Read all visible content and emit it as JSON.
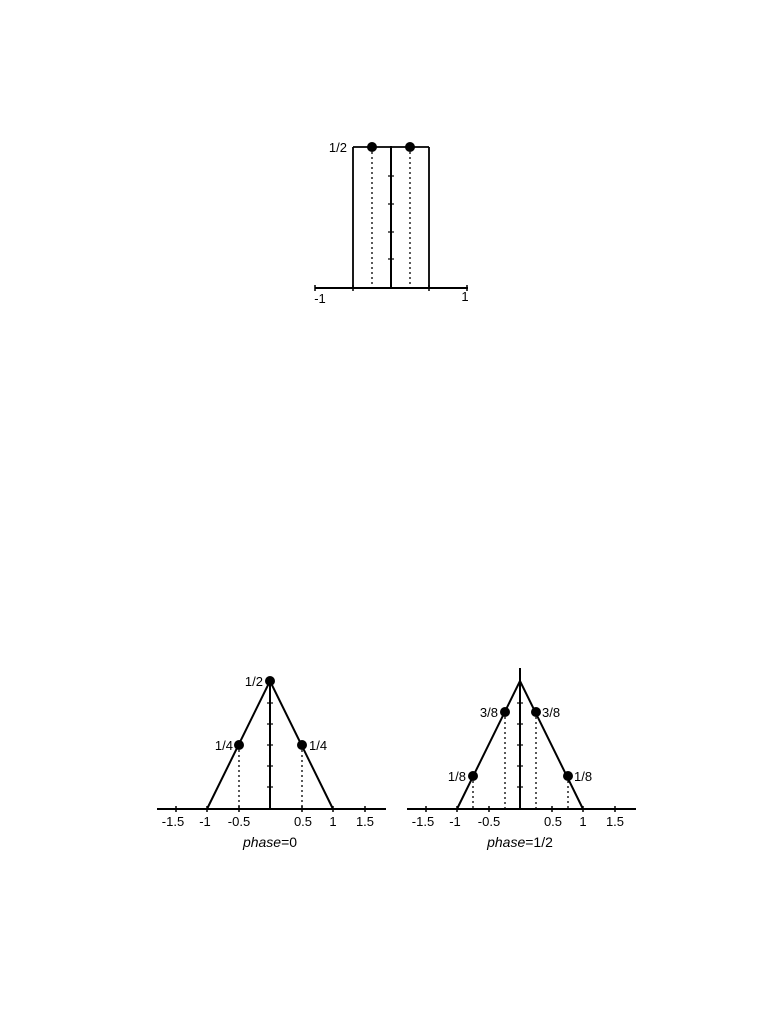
{
  "chart_data": [
    {
      "type": "line",
      "x": [
        -0.5,
        -0.5,
        0.5,
        0.5
      ],
      "y": [
        0,
        0.5,
        0.5,
        0
      ],
      "points": [
        {
          "x": -0.25,
          "y": 0.5,
          "label": "1/2"
        },
        {
          "x": 0.25,
          "y": 0.5,
          "label": ""
        }
      ],
      "tick_labels": [
        "-1",
        "1"
      ],
      "point_label": "1/2",
      "caption_italic": "",
      "caption_rest": ""
    },
    {
      "type": "line",
      "x": [
        -1,
        0,
        1
      ],
      "y": [
        0,
        0.5,
        0
      ],
      "points": [
        {
          "x": -0.5,
          "y": 0.25,
          "label": "1/4"
        },
        {
          "x": 0,
          "y": 0.5,
          "label": "1/2"
        },
        {
          "x": 0.5,
          "y": 0.25,
          "label": "1/4"
        }
      ],
      "tick_labels": [
        "-1.5",
        "-1",
        "-0.5",
        "0.5",
        "1",
        "1.5"
      ],
      "caption_italic": "phase",
      "caption_rest": "=0"
    },
    {
      "type": "line",
      "x": [
        -1,
        0,
        1
      ],
      "y": [
        0,
        0.5,
        0
      ],
      "points": [
        {
          "x": -0.75,
          "y": 0.125,
          "label": "1/8"
        },
        {
          "x": -0.25,
          "y": 0.375,
          "label": "3/8"
        },
        {
          "x": 0.25,
          "y": 0.375,
          "label": "3/8"
        },
        {
          "x": 0.75,
          "y": 0.125,
          "label": "1/8"
        }
      ],
      "tick_labels": [
        "-1.5",
        "-1",
        "-0.5",
        "0.5",
        "1",
        "1.5"
      ],
      "caption_italic": "phase",
      "caption_rest": "=1/2"
    }
  ]
}
